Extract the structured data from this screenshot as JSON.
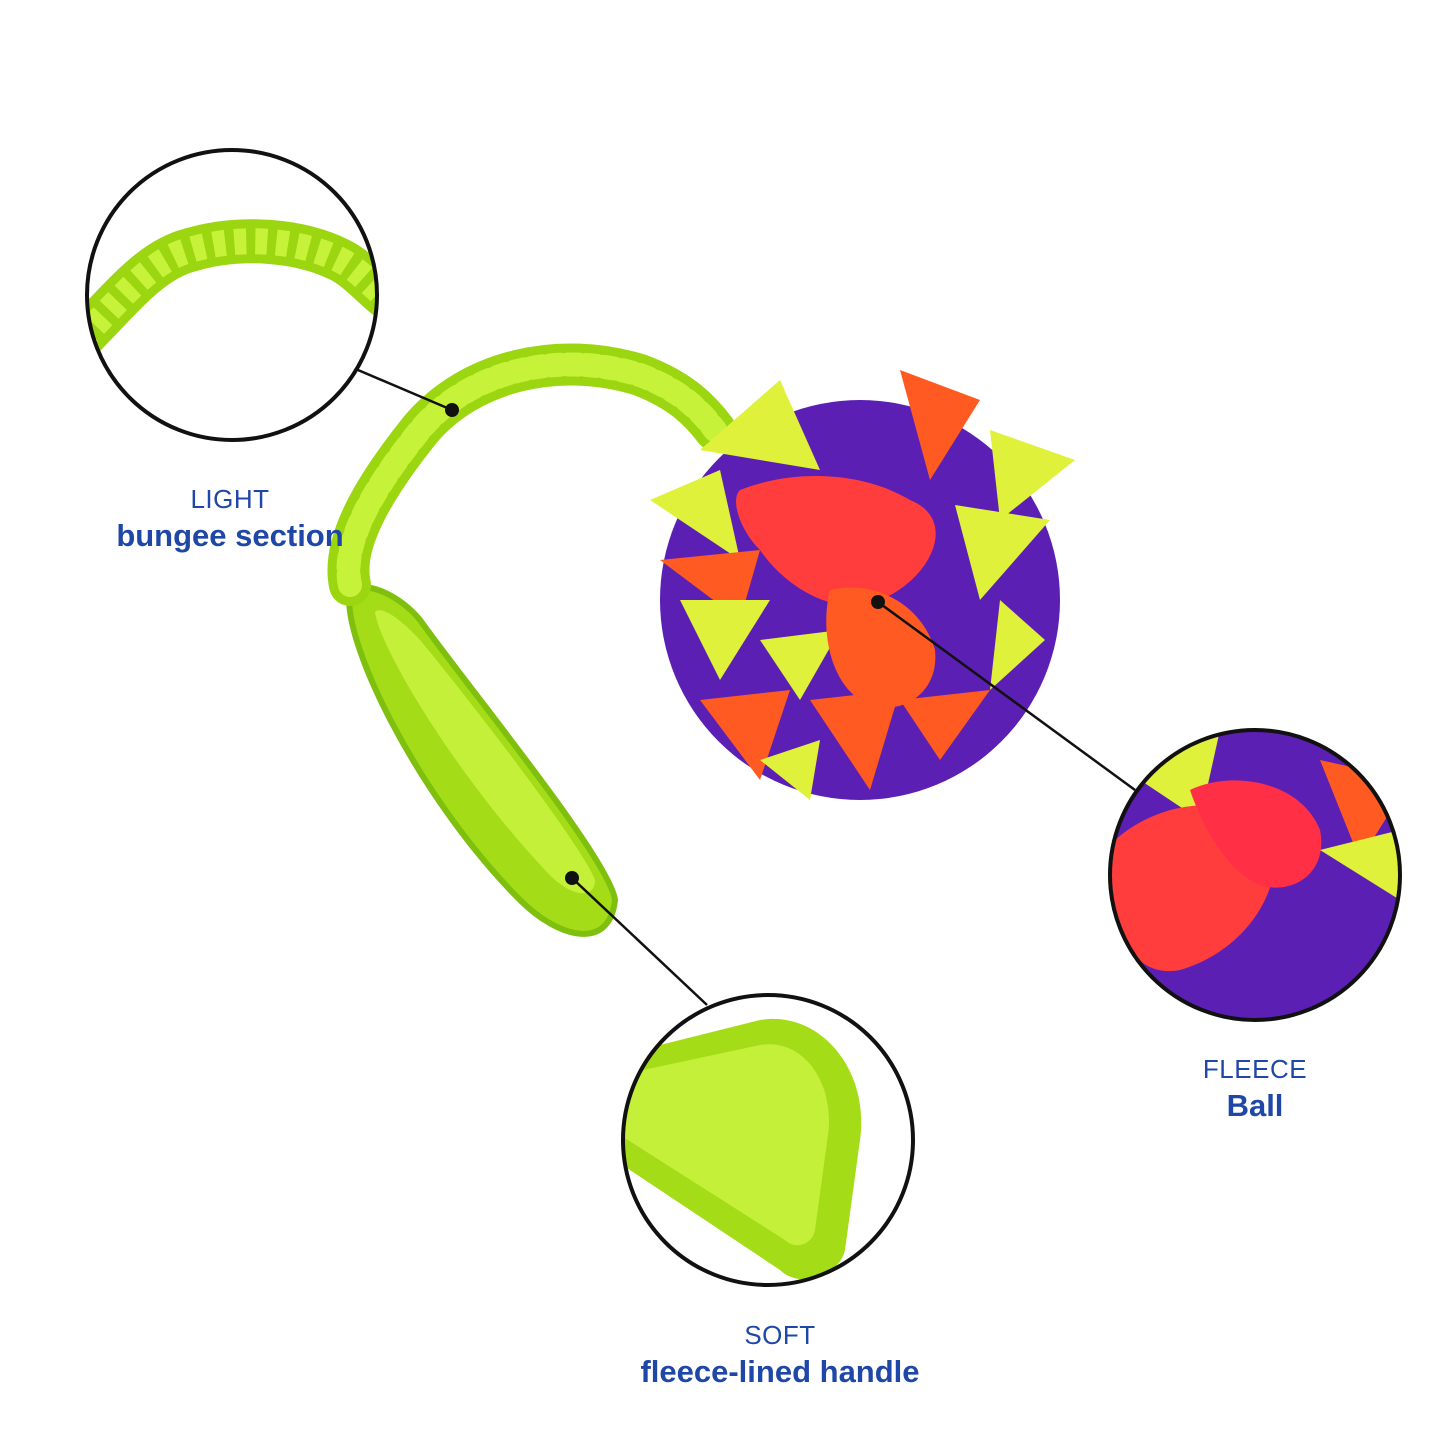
{
  "colors": {
    "accent_text": "#1f47a8",
    "lime": "#b7ec1e",
    "lime_dark": "#86c60f",
    "yellow": "#dff13a",
    "purple": "#5b1fb4",
    "orange": "#ff5a22",
    "coral": "#ff3d3d"
  },
  "callouts": {
    "bungee": {
      "small": "LIGHT",
      "big": "bungee section"
    },
    "ball": {
      "small": "FLEECE",
      "big": "Ball"
    },
    "handle": {
      "small": "SOFT",
      "big": "fleece-lined handle"
    }
  },
  "icons": [
    "bungee-zoom-icon",
    "ball-zoom-icon",
    "handle-zoom-icon",
    "fleece-ball-icon",
    "bungee-cord-icon",
    "handle-loop-icon"
  ]
}
